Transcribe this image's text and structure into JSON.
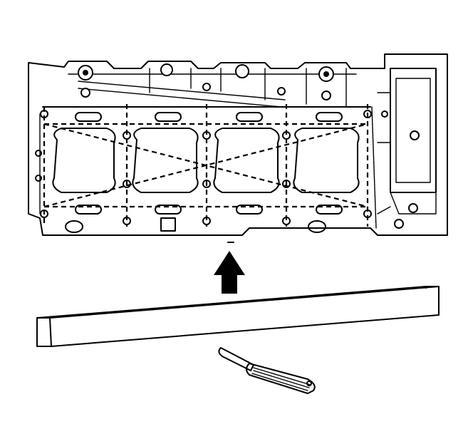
{
  "figure": {
    "components": [
      "cylinder-head",
      "straight-edge",
      "feeler-gauge",
      "direction-arrow"
    ]
  },
  "colors": {
    "ink": "#000000",
    "background": "#ffffff"
  }
}
